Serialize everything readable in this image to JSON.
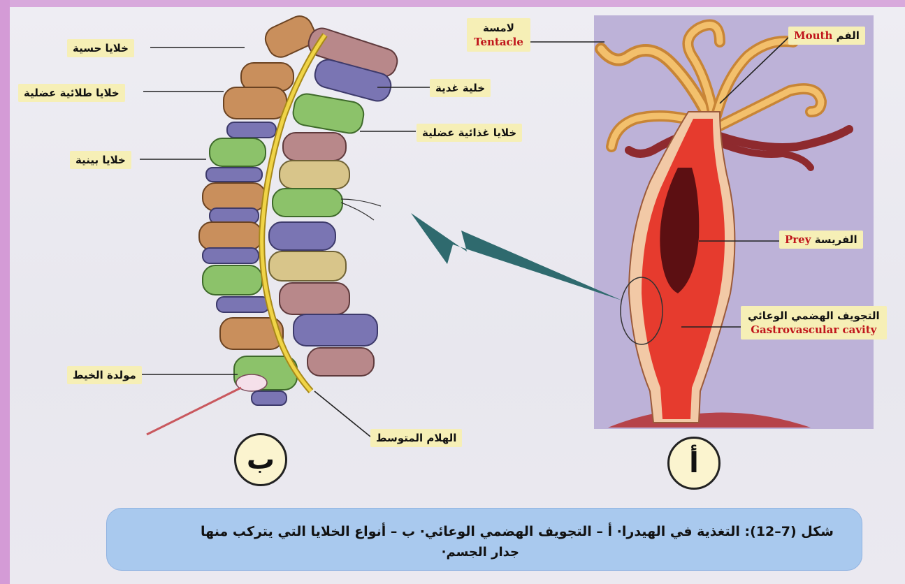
{
  "figure": {
    "panel_a": {
      "badge": "أ",
      "labels": {
        "tentacle_ar": "لامسة",
        "tentacle_en": "Tentacle",
        "mouth_ar": "الفم",
        "mouth_en": "Mouth",
        "prey_ar": "الفريسة",
        "prey_en": "Prey",
        "cavity_ar": "التجويف الهضمي الوعائي",
        "cavity_en": "Gastrovascular cavity"
      }
    },
    "panel_b": {
      "badge": "ب",
      "labels": {
        "sensory": "خلايا حسية",
        "epithelio_muscular": "خلايا طلائية عضلية",
        "interstitial": "خلايا بينية",
        "cnidoblast": "مولدة الخيط",
        "gland": "خلية غدية",
        "nutritive_muscular": "خلايا غذائية عضلية",
        "mesoglea": "الهلام المتوسط"
      }
    },
    "colors": {
      "frame": "#d49bd6",
      "caption_bg": "#a9c9ee",
      "label_bg": "#f6efb6",
      "english_text": "#c0151b",
      "arrow": "#2f6a6e",
      "hydra_body": "#e63b2e",
      "mesoglea": "#e7c53a"
    }
  },
  "caption": {
    "line1": "شكل (7–12): التغذية في الهيدرا· أ – التجويف الهضمي الوعائي· ب – أنواع الخلايا التي يتركب منها",
    "line2": "جدار الجسم·"
  }
}
